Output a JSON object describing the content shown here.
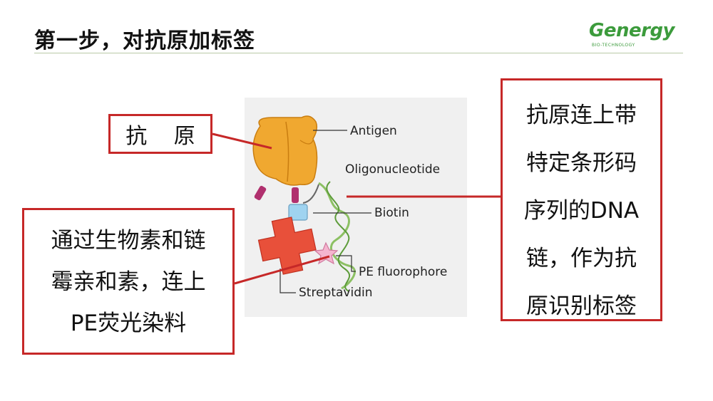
{
  "header": {
    "title": "第一步，对抗原加标签"
  },
  "logo": {
    "name": "Genergy",
    "tagline": "BIO-TECHNOLOGY"
  },
  "callouts": {
    "antigen": "抗 原",
    "right_lines": [
      "抗原连上带",
      "特定条形码",
      "序列的DNA",
      "链，作为抗",
      "原识别标签"
    ],
    "left_lines": [
      "通过生物素和链",
      "霉亲和素，连上",
      "PE荧光染料"
    ]
  },
  "figure": {
    "labels": {
      "antigen": "Antigen",
      "oligonucleotide": "Oligonucleotide",
      "biotin": "Biotin",
      "pe": "PE fluorophore",
      "streptavidin": "Streptavidin"
    }
  },
  "colors": {
    "callout_border": "#c62828",
    "antigen": "#f0a830",
    "biotin": "#9fd3f0",
    "streptavidin": "#e8503a",
    "dna": "#8cc063",
    "pe_star": "#f5b5cf",
    "linker": "#b0306e",
    "brand": "#3c9b3c"
  }
}
